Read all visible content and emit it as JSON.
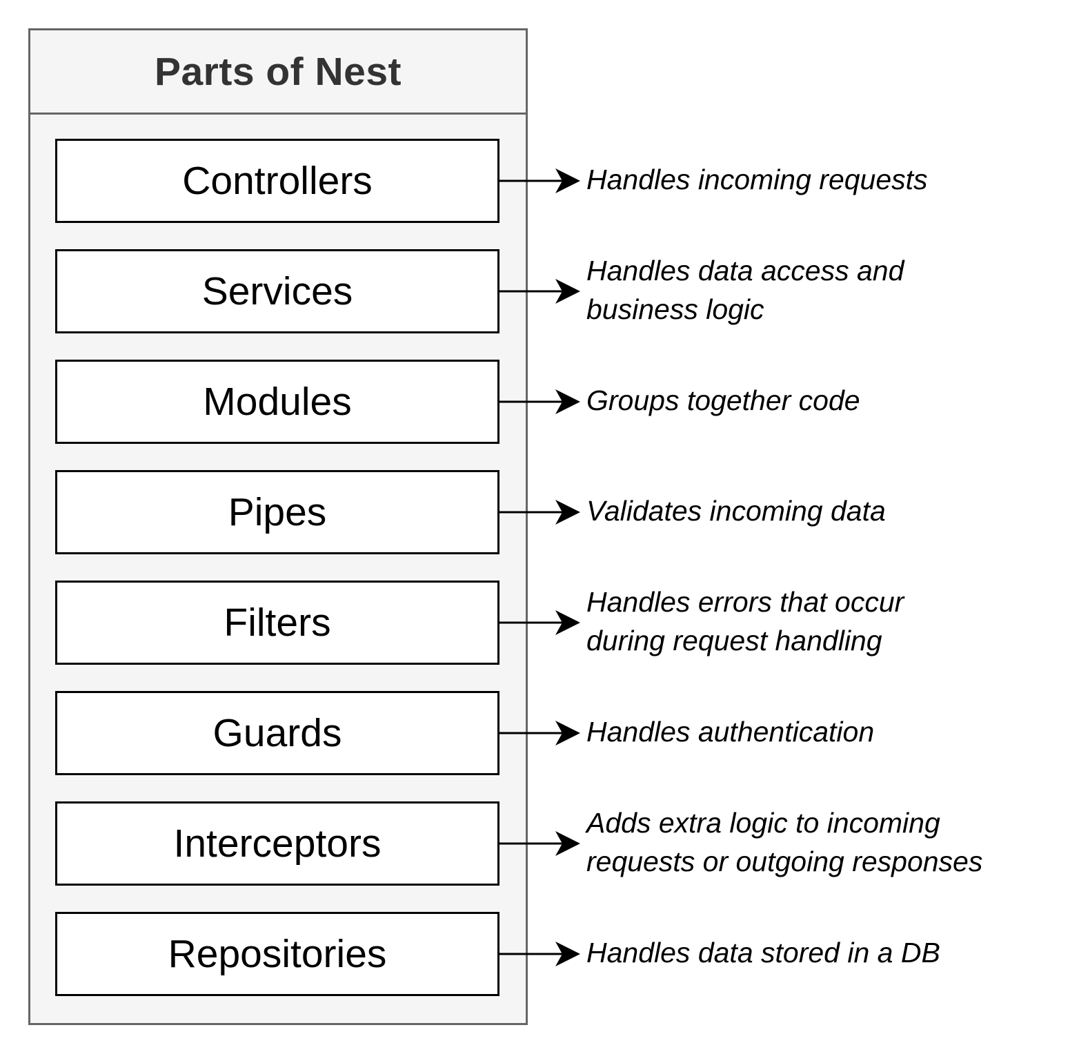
{
  "diagram": {
    "title": "Parts of Nest",
    "parts": [
      {
        "label": "Controllers",
        "description": [
          "Handles incoming requests"
        ]
      },
      {
        "label": "Services",
        "description": [
          "Handles data access and",
          "business logic"
        ]
      },
      {
        "label": "Modules",
        "description": [
          "Groups together code"
        ]
      },
      {
        "label": "Pipes",
        "description": [
          "Validates incoming data"
        ]
      },
      {
        "label": "Filters",
        "description": [
          "Handles errors that occur",
          "during request handling"
        ]
      },
      {
        "label": "Guards",
        "description": [
          "Handles authentication"
        ]
      },
      {
        "label": "Interceptors",
        "description": [
          "Adds extra logic to incoming",
          "requests or outgoing responses"
        ]
      },
      {
        "label": "Repositories",
        "description": [
          "Handles data stored in a DB"
        ]
      }
    ],
    "colors": {
      "container_fill": "#f5f5f5",
      "container_stroke": "#666666",
      "box_stroke": "#000000",
      "title_text": "#333333"
    }
  }
}
